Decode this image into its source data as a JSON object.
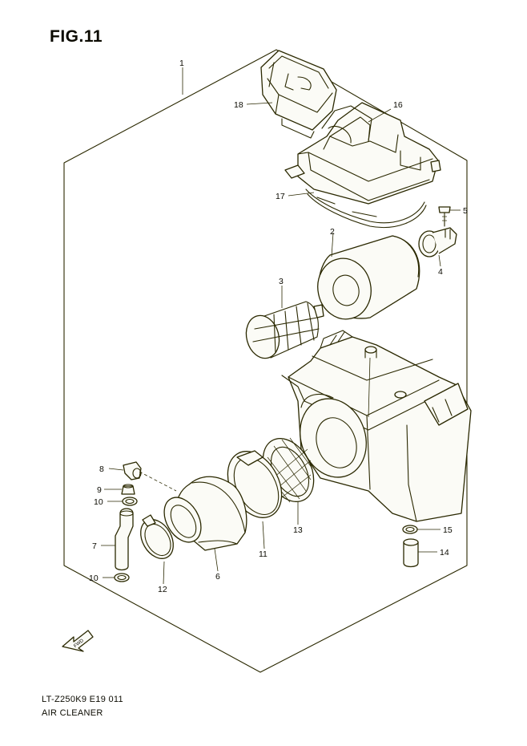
{
  "figure": {
    "title": "FIG.11"
  },
  "footer": {
    "model_line": "LT-Z250K9  E19  011",
    "section_name": "AIR CLEANER"
  },
  "colors": {
    "ink": "#0b0a00",
    "paper": "#ffffff"
  },
  "front_arrow": {
    "label": "FWD",
    "icon": "forward-arrow-icon"
  },
  "callouts": [
    {
      "id": "c1",
      "number": "1"
    },
    {
      "id": "c18",
      "number": "18"
    },
    {
      "id": "c16",
      "number": "16"
    },
    {
      "id": "c17",
      "number": "17"
    },
    {
      "id": "c5",
      "number": "5"
    },
    {
      "id": "c2",
      "number": "2"
    },
    {
      "id": "c4",
      "number": "4"
    },
    {
      "id": "c3",
      "number": "3"
    },
    {
      "id": "c8",
      "number": "8"
    },
    {
      "id": "c9",
      "number": "9"
    },
    {
      "id": "c10a",
      "number": "10"
    },
    {
      "id": "c7",
      "number": "7"
    },
    {
      "id": "c10b",
      "number": "10"
    },
    {
      "id": "c12",
      "number": "12"
    },
    {
      "id": "c6",
      "number": "6"
    },
    {
      "id": "c11",
      "number": "11"
    },
    {
      "id": "c13",
      "number": "13"
    },
    {
      "id": "c15",
      "number": "15"
    },
    {
      "id": "c14",
      "number": "14"
    }
  ]
}
